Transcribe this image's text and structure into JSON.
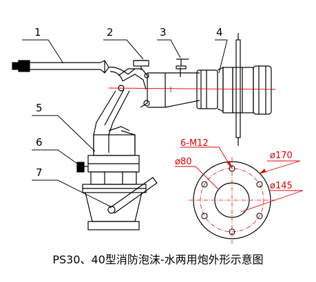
{
  "callouts": [
    "1",
    "2",
    "3",
    "4",
    "5",
    "6",
    "7"
  ],
  "flange_labels": {
    "bolts": "6-M12",
    "inner_dia": "ø80",
    "bolt_circle": "ø145",
    "outer_dia": "ø170"
  },
  "caption": "PS30、40型消防泡沫-水两用炮外形示意图",
  "colors": {
    "line": "#000000",
    "dimension": "#e00000",
    "background": "#ffffff"
  }
}
